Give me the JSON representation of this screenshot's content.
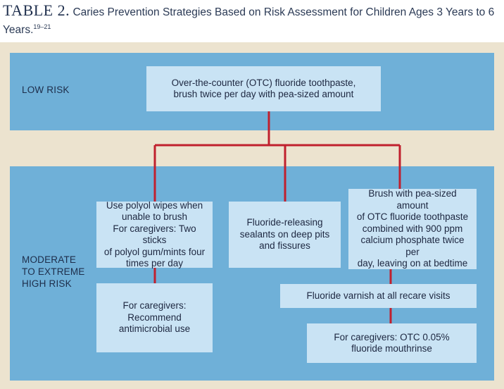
{
  "title": {
    "label": "TABLE 2.",
    "text": "Caries Prevention Strategies Based on Risk Assessment for Children Ages 3 Years to 6 Years.",
    "refs": "19–21"
  },
  "risk_levels": {
    "low": "LOW RISK",
    "moderate_lines": [
      "MODERATE",
      "TO EXTREME",
      "HIGH RISK"
    ]
  },
  "boxes": {
    "otc_toothpaste": [
      "Over-the-counter (OTC) fluoride toothpaste,",
      "brush twice per day with pea-sized amount"
    ],
    "polyol_wipes": [
      "Use polyol wipes when",
      "unable to brush",
      "For caregivers: Two sticks",
      "of polyol gum/mints four",
      "times per day"
    ],
    "sealants": [
      "Fluoride-releasing",
      "sealants on deep pits",
      "and fissures"
    ],
    "calcium_phosphate": [
      "Brush with pea-sized amount",
      "of OTC fluoride toothpaste",
      "combined with 900 ppm",
      "calcium phosphate twice per",
      "day, leaving on at bedtime"
    ],
    "antimicrobial": [
      "For caregivers:",
      "Recommend",
      "antimicrobial use"
    ],
    "varnish": [
      "Fluoride varnish at all recare visits"
    ],
    "mouthrinse": [
      "For caregivers: OTC 0.05%",
      "fluoride mouthrinse"
    ]
  },
  "colors": {
    "panel": "#ece3cf",
    "band": "#6fb0d8",
    "box": "#c9e3f4",
    "connector": "#c0202e",
    "title": "#2b3a55"
  }
}
